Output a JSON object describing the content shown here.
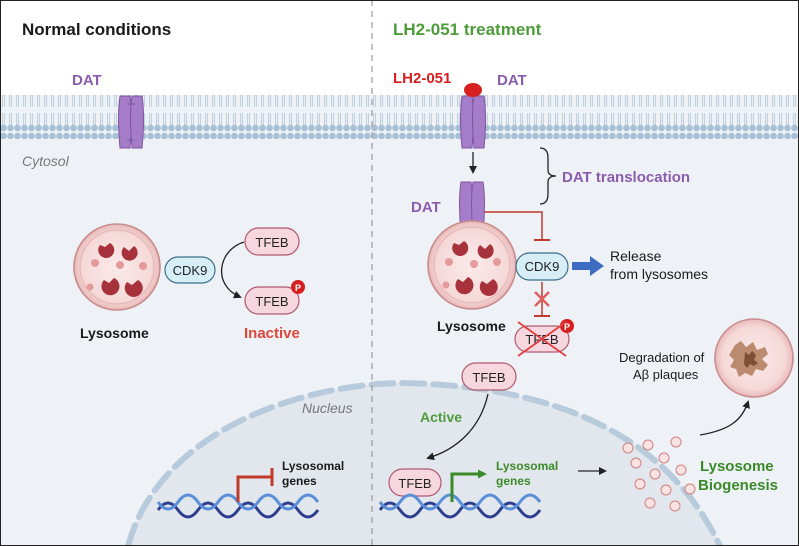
{
  "left_panel": {
    "title": "Normal conditions",
    "dat_label": "DAT",
    "cytosol_label": "Cytosol",
    "lysosome_label": "Lysosome",
    "cdk9_label": "CDK9",
    "tfeb_top_label": "TFEB",
    "tfeb_bottom_label": "TFEB",
    "phospho_label": "P",
    "inactive_label": "Inactive",
    "nucleus_label": "Nucleus",
    "genes_label_line1": "Lysosomal",
    "genes_label_line2": "genes"
  },
  "right_panel": {
    "title": "LH2-051 treatment",
    "drug_label": "LH2-051",
    "dat_label": "DAT",
    "dat_translocated_label": "DAT",
    "translocation_label": "DAT translocation",
    "cdk9_label": "CDK9",
    "release_line1": "Release",
    "release_line2": "from lysosomes",
    "lysosome_label": "Lysosome",
    "tfeb_crossed_label": "TFEB",
    "phospho_label": "P",
    "tfeb_free_label": "TFEB",
    "active_label": "Active",
    "tfeb_nucleus_label": "TFEB",
    "genes_label_line1": "Lysosomal",
    "genes_label_line2": "genes",
    "degradation_line1": "Degradation of",
    "degradation_line2": "Aβ plaques",
    "biogenesis_line1": "Lysosome",
    "biogenesis_line2": "Biogenesis"
  },
  "colors": {
    "dat_purple": "#8a5cad",
    "title_green": "#4e9b3a",
    "drug_red": "#d62020",
    "inhibit_red": "#c0392b",
    "arrow_blue": "#3d6cc0",
    "gene_green": "#3b8a2a",
    "membrane_blue": "#a9c3d8",
    "cytosol_bg": "#eef2f6"
  }
}
